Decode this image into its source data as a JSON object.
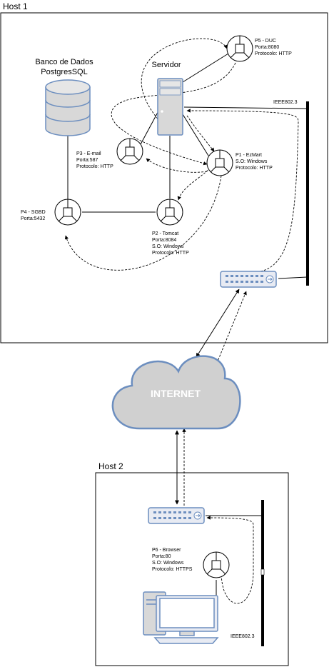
{
  "host1": {
    "label": "Host 1"
  },
  "host2": {
    "label": "Host 2"
  },
  "database": {
    "line1": "Banco de Dados",
    "line2": "PostgresSQL"
  },
  "server": {
    "label": "Servidor"
  },
  "internet": {
    "label": "INTERNET"
  },
  "bus1": {
    "label": "IEEE802.3"
  },
  "bus2": {
    "label": "IEEE802.3"
  },
  "p1": {
    "lines": [
      "P1 - EzMart",
      "S.O: Windows",
      "Protocolo: HTTP"
    ]
  },
  "p2": {
    "lines": [
      "P2 - Tomcat",
      "Porta:8084",
      "S.O: Windows",
      "Protocolo: HTTP"
    ]
  },
  "p3": {
    "lines": [
      "P3 - E-mail",
      "Porta:587",
      "Protocolo: HTTP"
    ]
  },
  "p4": {
    "lines": [
      "P4 - SGBD",
      "Porta:5432"
    ]
  },
  "p5": {
    "lines": [
      "P5 - DUC",
      "Porta:8080",
      "Protocolo: HTTP"
    ]
  },
  "p6": {
    "lines": [
      "P6 - Browser",
      "Porta:80",
      "S.O: Windows",
      "Protocolo: HTTPS"
    ]
  },
  "colors": {
    "accent": "#6c8ebf",
    "cloud": "#d0d0d0",
    "device": "#e8ebf3"
  }
}
